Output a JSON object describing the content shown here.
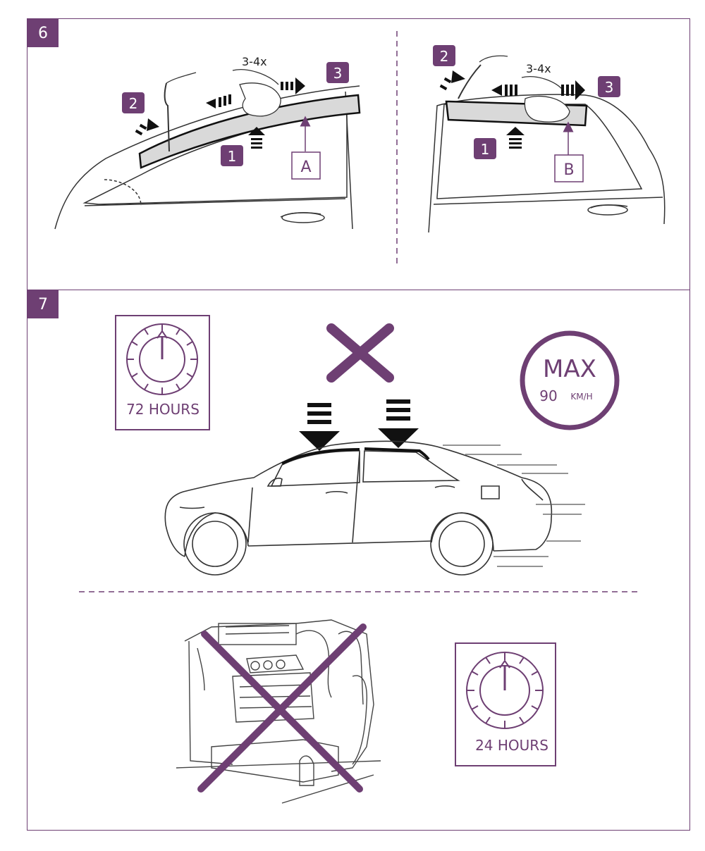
{
  "step6": {
    "number": "6",
    "left": {
      "repeat": "3-4x",
      "badge1": "1",
      "badge2": "2",
      "badge3": "3",
      "point": "A"
    },
    "right": {
      "repeat": "3-4x",
      "badge1": "1",
      "badge2": "2",
      "badge3": "3",
      "point": "B"
    }
  },
  "step7": {
    "number": "7",
    "timer1": "72 HOURS",
    "timer2": "24 HOURS",
    "max": {
      "title": "MAX",
      "value": "90",
      "unit": "KM/H"
    }
  },
  "colors": {
    "accent": "#6e3f73",
    "line": "#222222"
  },
  "icons": [
    "clock-icon",
    "cross-icon",
    "down-arrow-icon",
    "car-wash-icon",
    "hand-icon"
  ]
}
